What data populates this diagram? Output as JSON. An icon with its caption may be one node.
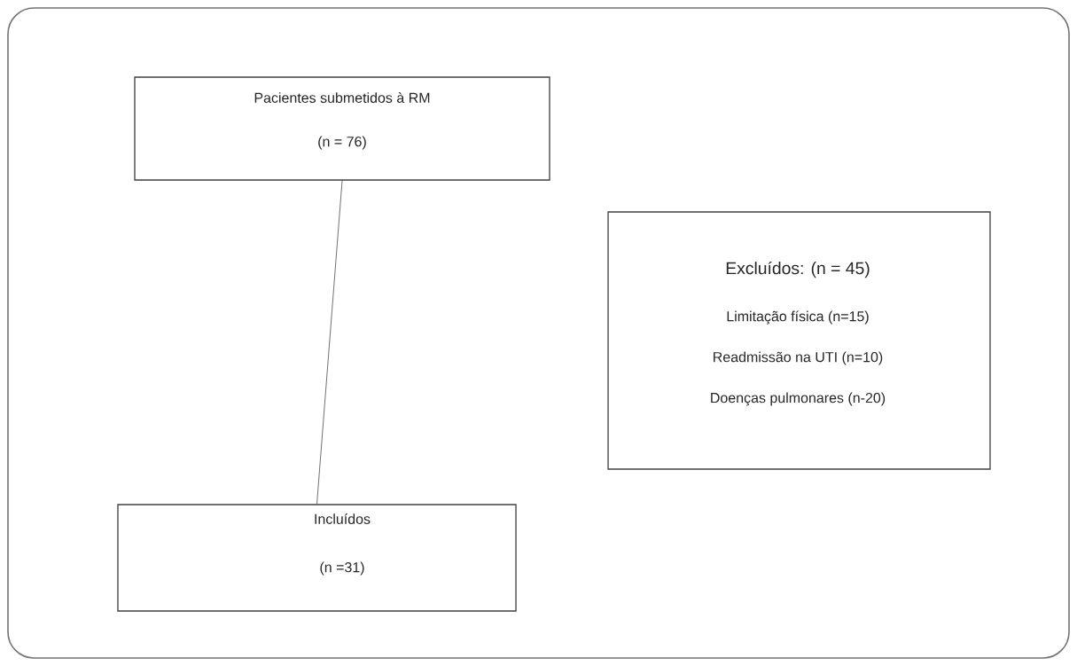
{
  "diagram": {
    "nodes": [
      {
        "text": [
          "Pacientes submetidos à RM",
          "(n = 76)"
        ]
      },
      {
        "text": [
          "Excluídos: (n = 45)",
          "Limitação física (n=15)",
          "Readmissão na UTI (n=10)",
          "Doenças pulmonares (n-20)"
        ]
      },
      {
        "text": [
          "Incluídos",
          "(n =31)"
        ]
      }
    ],
    "edges": [
      {
        "from": 0,
        "to": 2,
        "arrow": "none"
      }
    ]
  }
}
